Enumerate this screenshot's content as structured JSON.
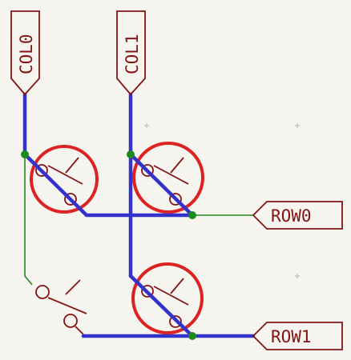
{
  "colors": {
    "background": "#f5f4ef",
    "bus": "#3333cc",
    "wire": "#1e8a1e",
    "junction": "#1e8a1e",
    "label": "#841414",
    "highlight": "#dd2222",
    "grid_mark": "#b8b0b0"
  },
  "labels": {
    "col0": "COL0",
    "col1": "COL1",
    "row0": "ROW0",
    "row1": "ROW1"
  },
  "components": [
    {
      "id": "switch-col0-row0",
      "icon": "push-button-switch-icon",
      "highlighted": true
    },
    {
      "id": "switch-col1-row0",
      "icon": "push-button-switch-icon",
      "highlighted": true
    },
    {
      "id": "switch-col0-row1",
      "icon": "push-button-switch-icon",
      "highlighted": false
    },
    {
      "id": "switch-col1-row1",
      "icon": "push-button-switch-icon",
      "highlighted": true
    }
  ]
}
